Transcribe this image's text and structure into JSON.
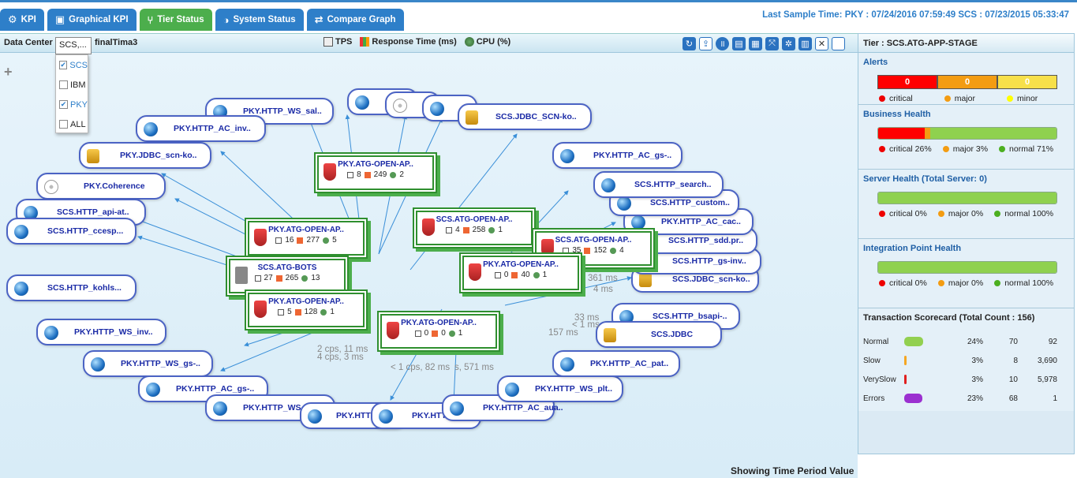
{
  "tabs": [
    {
      "label": "KPI",
      "icon": "gear-icon"
    },
    {
      "label": "Graphical KPI",
      "icon": "image-icon"
    },
    {
      "label": "Tier Status",
      "icon": "tier-icon"
    },
    {
      "label": "System Status",
      "icon": "half-circle-icon"
    },
    {
      "label": "Compare Graph",
      "icon": "compare-icon"
    }
  ],
  "last_sample": "Last Sample Time: PKY : 07/24/2016 07:59:49 SCS : 07/23/2015 05:33:47",
  "canvas": {
    "datacenter_label": "Data Center",
    "datacenter_value": "SCS,...",
    "datacenter_name": "finalTima3",
    "legend": [
      "TPS",
      "Response Time (ms)",
      "CPU (%)"
    ],
    "plus": "+",
    "dropdown": [
      {
        "label": "SCS",
        "checked": true
      },
      {
        "label": "IBM",
        "checked": false
      },
      {
        "label": "PKY",
        "checked": true
      },
      {
        "label": "ALL",
        "checked": false
      }
    ],
    "footer": "Showing Time Period Value"
  },
  "nodes": [
    {
      "label": "PKY.HTTP_WS_sal..",
      "icon": "globe"
    },
    {
      "label": "SCS.JDBC_SCN-ko..",
      "icon": "db"
    },
    {
      "label": "PKY.HTTP_AC_inv..",
      "icon": "globe"
    },
    {
      "label": "PKY.JDBC_scn-ko..",
      "icon": "db"
    },
    {
      "label": "PKY.Coherence",
      "icon": "coh"
    },
    {
      "label": "SCS.HTTP_api-at..",
      "icon": "globe"
    },
    {
      "label": "SCS.HTTP_ccesp...",
      "icon": "globe"
    },
    {
      "label": "SCS.HTTP_kohls...",
      "icon": "globe"
    },
    {
      "label": "PKY.HTTP_WS_inv..",
      "icon": "globe"
    },
    {
      "label": "PKY.HTTP_WS_gs-..",
      "icon": "globe"
    },
    {
      "label": "PKY.HTTP_AC_gs-..",
      "icon": "globe"
    },
    {
      "label": "PKY.HTTP_WS_cus..",
      "icon": "globe"
    },
    {
      "label": "PKY.HTTP_WS_gs-..",
      "icon": "globe"
    },
    {
      "label": "PKY.HTTP_AC_api..",
      "icon": "globe"
    },
    {
      "label": "PKY.HTTP_AC_aua..",
      "icon": "globe"
    },
    {
      "label": "PKY.HTTP_WS_plt..",
      "icon": "globe"
    },
    {
      "label": "PKY.HTTP_AC_pat..",
      "icon": "globe"
    },
    {
      "label": "SCS.HTTP_bsapi-..",
      "icon": "globe"
    },
    {
      "label": "SCS.JDBC",
      "icon": "db"
    },
    {
      "label": "SCS.JDBC_scn-ko..",
      "icon": "db"
    },
    {
      "label": "SCS.HTTP_gs-inv..",
      "icon": "globe"
    },
    {
      "label": "SCS.HTTP_sdd.pr..",
      "icon": "globe"
    },
    {
      "label": "PKY.HTTP_AC_cac..",
      "icon": "globe"
    },
    {
      "label": "SCS.HTTP_custom..",
      "icon": "globe"
    },
    {
      "label": "SCS.HTTP_search..",
      "icon": "globe"
    },
    {
      "label": "PKY.HTTP_AC_gs-..",
      "icon": "globe"
    }
  ],
  "tiers": [
    {
      "label": "PKY.ATG-OPEN-AP..",
      "tps": "8",
      "rt": "249",
      "cpu": "2"
    },
    {
      "label": "SCS.ATG-OPEN-AP..",
      "tps": "4",
      "rt": "258",
      "cpu": "1"
    },
    {
      "label": "PKY.ATG-OPEN-AP..",
      "tps": "16",
      "rt": "277",
      "cpu": "5"
    },
    {
      "label": "SCS.ATG-BOTS",
      "tps": "27",
      "rt": "265",
      "cpu": "13"
    },
    {
      "label": "SCS.ATG-OPEN-AP..",
      "tps": "35",
      "rt": "152",
      "cpu": "4"
    },
    {
      "label": "PKY.ATG-OPEN-AP..",
      "tps": "0",
      "rt": "40",
      "cpu": "1"
    },
    {
      "label": "PKY.ATG-OPEN-AP..",
      "tps": "5",
      "rt": "128",
      "cpu": "1"
    },
    {
      "label": "PKY.ATG-OPEN-AP..",
      "tps": "0",
      "rt": "0",
      "cpu": "1"
    }
  ],
  "edge_labels": [
    "361 ms",
    "4 ms",
    "< 1 cps, 82 ms",
    "s, 571 ms",
    "2 cps, 11 ms",
    "4 cps, 3 ms",
    "33 ms",
    "< 1 ms",
    "157 ms"
  ],
  "panel": {
    "title": "Tier : SCS.ATG-APP-STAGE",
    "alerts": {
      "heading": "Alerts",
      "critical": "0",
      "major": "0",
      "minor": "0",
      "labels": [
        "critical",
        "major",
        "minor"
      ]
    },
    "business": {
      "heading": "Business Health",
      "critical_pct": 26,
      "major_pct": 3,
      "normal_pct": 71,
      "labels": [
        "critical 26%",
        "major 3%",
        "normal 71%"
      ]
    },
    "server": {
      "heading": "Server Health (Total Server: 0)",
      "labels": [
        "critical 0%",
        "major 0%",
        "normal 100%"
      ]
    },
    "integration": {
      "heading": "Integration Point Health",
      "labels": [
        "critical 0%",
        "major 0%",
        "normal 100%"
      ]
    },
    "scorecard": {
      "heading": "Transaction Scorecard (Total Count : 156)",
      "rows": [
        {
          "name": "Normal",
          "pct": "24%",
          "count": "70",
          "time": "92",
          "color": "#92d050"
        },
        {
          "name": "Slow",
          "pct": "3%",
          "count": "8",
          "time": "3,690",
          "color": "#f5a623"
        },
        {
          "name": "VerySlow",
          "pct": "3%",
          "count": "10",
          "time": "5,978",
          "color": "#e02020"
        },
        {
          "name": "Errors",
          "pct": "23%",
          "count": "68",
          "time": "1",
          "color": "#9b30d0"
        }
      ]
    }
  },
  "colors": {
    "accent": "#2e7fc9",
    "tab_active": "#4cae4c",
    "critical": "#ff0000",
    "major": "#f5a623",
    "normal": "#8fd14f",
    "minor": "#ffff00"
  }
}
